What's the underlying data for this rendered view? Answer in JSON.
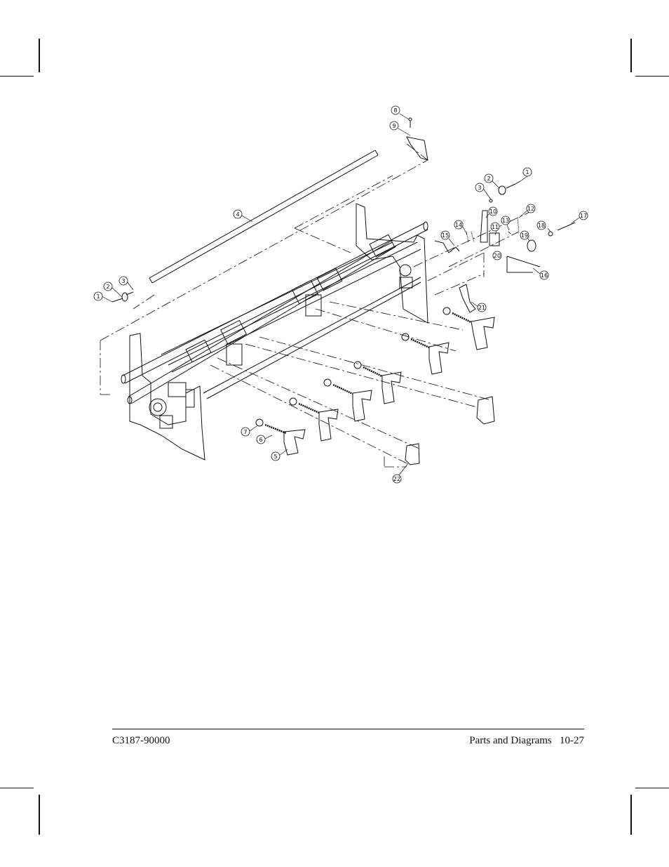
{
  "document": {
    "doc_number": "C3187-90000",
    "section_title": "Parts and Diagrams",
    "page_number": "10-27"
  },
  "diagram": {
    "callouts": [
      {
        "id": "c1a",
        "label": "1"
      },
      {
        "id": "c2a",
        "label": "2"
      },
      {
        "id": "c3a",
        "label": "3"
      },
      {
        "id": "c1b",
        "label": "1"
      },
      {
        "id": "c2b",
        "label": "2"
      },
      {
        "id": "c3b",
        "label": "3"
      },
      {
        "id": "c4",
        "label": "4"
      },
      {
        "id": "c5",
        "label": "5"
      },
      {
        "id": "c6",
        "label": "6"
      },
      {
        "id": "c7",
        "label": "7"
      },
      {
        "id": "c8",
        "label": "8"
      },
      {
        "id": "c9",
        "label": "9"
      },
      {
        "id": "c10",
        "label": "10"
      },
      {
        "id": "c11",
        "label": "11"
      },
      {
        "id": "c12",
        "label": "12"
      },
      {
        "id": "c13",
        "label": "13"
      },
      {
        "id": "c14",
        "label": "14"
      },
      {
        "id": "c15",
        "label": "15"
      },
      {
        "id": "c16",
        "label": "16"
      },
      {
        "id": "c17",
        "label": "17"
      },
      {
        "id": "c18",
        "label": "18"
      },
      {
        "id": "c19",
        "label": "19"
      },
      {
        "id": "c20",
        "label": "20"
      },
      {
        "id": "c21",
        "label": "21"
      },
      {
        "id": "c22",
        "label": "22"
      }
    ]
  }
}
